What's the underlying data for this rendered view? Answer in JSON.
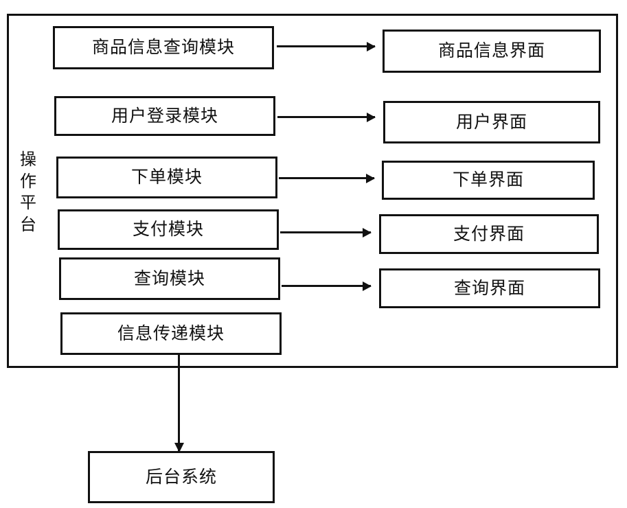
{
  "diagram": {
    "title_label": "操作平台",
    "platform": {
      "label": "操作平台",
      "label_chars": "操\n作\n平\n台"
    },
    "modules": [
      {
        "id": "product-info-query-module",
        "label": "商品信息查询模块"
      },
      {
        "id": "user-login-module",
        "label": "用户登录模块"
      },
      {
        "id": "place-order-module",
        "label": "下单模块"
      },
      {
        "id": "payment-module",
        "label": "支付模块"
      },
      {
        "id": "query-module",
        "label": "查询模块"
      },
      {
        "id": "message-transfer-module",
        "label": "信息传递模块"
      }
    ],
    "interfaces": [
      {
        "id": "product-info-interface",
        "label": "商品信息界面"
      },
      {
        "id": "user-interface",
        "label": "用户界面"
      },
      {
        "id": "place-order-interface",
        "label": "下单界面"
      },
      {
        "id": "payment-interface",
        "label": "支付界面"
      },
      {
        "id": "query-interface",
        "label": "查询界面"
      }
    ],
    "backend": {
      "id": "backend-system",
      "label": "后台系统"
    },
    "connections": [
      {
        "from": "商品信息查询模块",
        "to": "商品信息界面",
        "direction": "right"
      },
      {
        "from": "用户登录模块",
        "to": "用户界面",
        "direction": "right"
      },
      {
        "from": "下单模块",
        "to": "下单界面",
        "direction": "right"
      },
      {
        "from": "支付模块",
        "to": "支付界面",
        "direction": "right"
      },
      {
        "from": "查询模块",
        "to": "查询界面",
        "direction": "right"
      },
      {
        "from": "信息传递模块",
        "to": "后台系统",
        "direction": "down"
      }
    ],
    "colors": {
      "stroke": "#111111",
      "background": "#ffffff"
    }
  }
}
